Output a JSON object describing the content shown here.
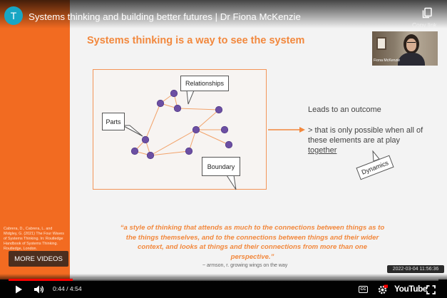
{
  "channel": {
    "avatar_letter": "T",
    "avatar_color": "#18a6c4"
  },
  "video": {
    "title": "Systems thinking and building better futures | Dr Fiona McKenzie"
  },
  "top_actions": {
    "copy_link_label": "Copy link"
  },
  "slide": {
    "title": "Systems thinking is a way to see the system",
    "callouts": {
      "relationships": "Relationships",
      "parts": "Parts",
      "boundary": "Boundary",
      "dynamics": "Dynamics"
    },
    "outcome": {
      "heading": "Leads to an outcome",
      "text": "> that is only possible when all of these elements are at play",
      "emphasis": "together"
    },
    "quote": "“a style of thinking that attends as much to the connections between things as to the things themselves, and to the connections between things and their wider context, and looks at things and their connections from more than one perspective.”",
    "attribution": "~ armson, r. growing wings on the way",
    "reference": "Cabrera, D., Cabrera, L. and Midgley, G. (2021) The Four Waves of Systems Thinking. In: Routledge Handbook of Systems Thinking. Routledge, London.",
    "accent_color": "#f26b21"
  },
  "webcam": {
    "name_label": "Fiona McKenzie"
  },
  "recording_timestamp": "2022-03-04  11:56:36",
  "overlay": {
    "more_videos_label": "MORE VIDEOS"
  },
  "player": {
    "current_time": "0:44",
    "duration": "4:54",
    "time_separator": " / ",
    "progress_fraction": 0.15,
    "progress_color": "#ff0000",
    "logo_text": "YouTube",
    "cc_label": "CC",
    "icons": [
      "play-icon",
      "volume-icon",
      "cc-icon",
      "settings-icon",
      "fullscreen-icon",
      "copy-icon"
    ]
  }
}
